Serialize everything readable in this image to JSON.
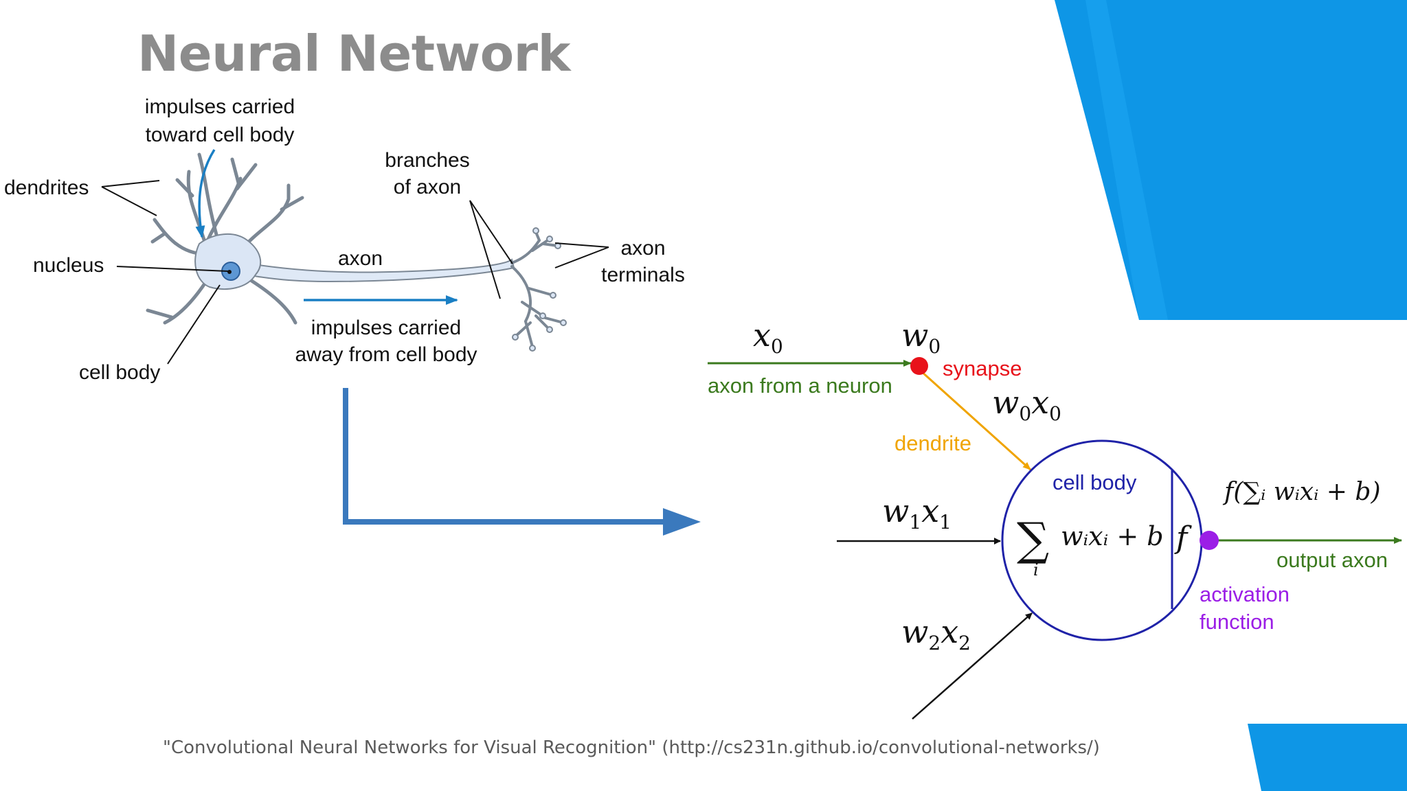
{
  "slide": {
    "title": "Neural Network",
    "caption": "\"Convolutional Neural Networks for Visual Recognition\" (http://cs231n.github.io/convolutional-networks/)"
  },
  "biological_neuron": {
    "labels": {
      "impulses_toward_1": "impulses carried",
      "impulses_toward_2": "toward cell body",
      "dendrites": "dendrites",
      "nucleus": "nucleus",
      "cell_body": "cell body",
      "axon": "axon",
      "branches_1": "branches",
      "branches_2": "of axon",
      "axon_terminals_1": "axon",
      "axon_terminals_2": "terminals",
      "impulses_away_1": "impulses carried",
      "impulses_away_2": "away from cell body"
    }
  },
  "artificial_neuron": {
    "labels": {
      "x0": "x",
      "x0_sub": "0",
      "w0": "w",
      "w0_sub": "0",
      "synapse": "synapse",
      "axon_from_neuron": "axon from a neuron",
      "w0x0_w": "w",
      "w0x0_wsub": "0",
      "w0x0_x": "x",
      "w0x0_xsub": "0",
      "dendrite": "dendrite",
      "cell_body": "cell body",
      "w1x1_w": "w",
      "w1x1_wsub": "1",
      "w1x1_x": "x",
      "w1x1_xsub": "1",
      "w2x2_w": "w",
      "w2x2_wsub": "2",
      "w2x2_x": "x",
      "w2x2_xsub": "2",
      "sum_symbol": "∑",
      "sum_index": "i",
      "sum_expr": "wᵢxᵢ + b",
      "f_symbol": "f",
      "output_formula": "f(∑ᵢ wᵢxᵢ + b)",
      "output_axon": "output axon",
      "activation_1": "activation",
      "activation_2": "function"
    }
  },
  "colors": {
    "accent_blue": "#0e96e6",
    "accent_blue_light": "#1aa3f0",
    "title_gray": "#8c8c8c",
    "arrow_steel": "#3a79bd",
    "green": "#3b7a1e",
    "red": "#e8121a",
    "orange": "#f0a400",
    "navy": "#1f22a8",
    "purple": "#9b1ee6"
  }
}
